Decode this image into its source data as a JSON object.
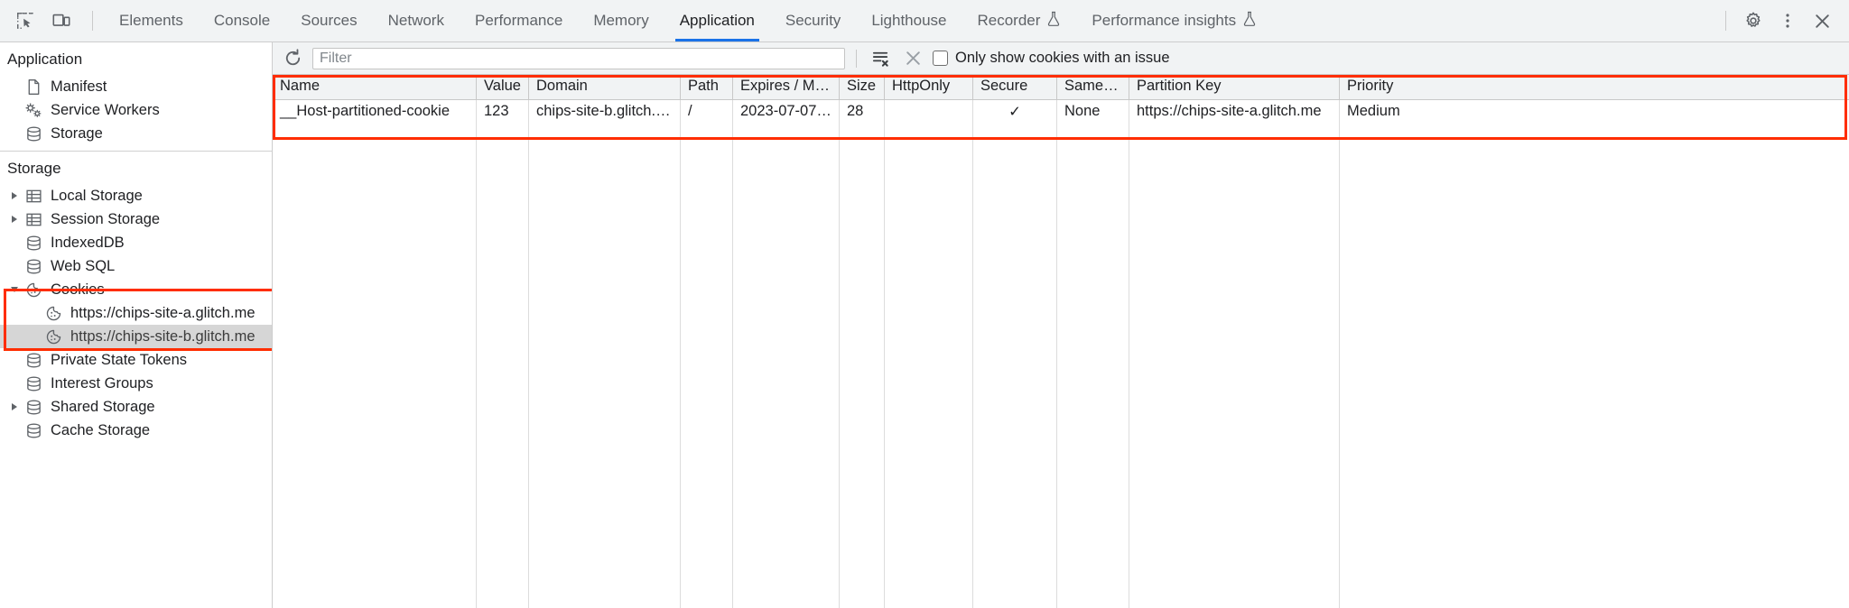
{
  "toolbar": {
    "inspect_icon": "inspect-element-icon",
    "device_icon": "device-toolbar-icon",
    "tabs": [
      {
        "label": "Elements",
        "active": false,
        "experimental": false
      },
      {
        "label": "Console",
        "active": false,
        "experimental": false
      },
      {
        "label": "Sources",
        "active": false,
        "experimental": false
      },
      {
        "label": "Network",
        "active": false,
        "experimental": false
      },
      {
        "label": "Performance",
        "active": false,
        "experimental": false
      },
      {
        "label": "Memory",
        "active": false,
        "experimental": false
      },
      {
        "label": "Application",
        "active": true,
        "experimental": false
      },
      {
        "label": "Security",
        "active": false,
        "experimental": false
      },
      {
        "label": "Lighthouse",
        "active": false,
        "experimental": false
      },
      {
        "label": "Recorder",
        "active": false,
        "experimental": true
      },
      {
        "label": "Performance insights",
        "active": false,
        "experimental": true
      }
    ],
    "settings_icon": "gear-icon",
    "more_icon": "kebab-menu-icon",
    "close_icon": "close-icon"
  },
  "sidebar": {
    "application_section": {
      "title": "Application",
      "items": [
        {
          "label": "Manifest",
          "icon": "manifest-file-icon",
          "twisty": "none",
          "indent": 1,
          "selected": false
        },
        {
          "label": "Service Workers",
          "icon": "service-workers-gears-icon",
          "twisty": "none",
          "indent": 1,
          "selected": false
        },
        {
          "label": "Storage",
          "icon": "database-icon",
          "twisty": "none",
          "indent": 1,
          "selected": false
        }
      ]
    },
    "storage_section": {
      "title": "Storage",
      "items": [
        {
          "label": "Local Storage",
          "icon": "table-grid-icon",
          "twisty": "collapsed",
          "indent": 1,
          "selected": false
        },
        {
          "label": "Session Storage",
          "icon": "table-grid-icon",
          "twisty": "collapsed",
          "indent": 1,
          "selected": false
        },
        {
          "label": "IndexedDB",
          "icon": "database-icon",
          "twisty": "none",
          "indent": 1,
          "selected": false
        },
        {
          "label": "Web SQL",
          "icon": "database-icon",
          "twisty": "none",
          "indent": 1,
          "selected": false
        },
        {
          "label": "Cookies",
          "icon": "cookie-icon",
          "twisty": "expanded",
          "indent": 1,
          "selected": false
        },
        {
          "label": "https://chips-site-a.glitch.me",
          "icon": "cookie-icon",
          "twisty": "none",
          "indent": 2,
          "selected": false
        },
        {
          "label": "https://chips-site-b.glitch.me",
          "icon": "cookie-icon",
          "twisty": "none",
          "indent": 2,
          "selected": true
        },
        {
          "label": "Private State Tokens",
          "icon": "database-icon",
          "twisty": "none",
          "indent": 1,
          "selected": false
        },
        {
          "label": "Interest Groups",
          "icon": "database-icon",
          "twisty": "none",
          "indent": 1,
          "selected": false
        },
        {
          "label": "Shared Storage",
          "icon": "database-icon",
          "twisty": "collapsed",
          "indent": 1,
          "selected": false
        },
        {
          "label": "Cache Storage",
          "icon": "database-icon",
          "twisty": "none",
          "indent": 1,
          "selected": false
        }
      ]
    }
  },
  "filterbar": {
    "refresh_icon": "refresh-icon",
    "filter_placeholder": "Filter",
    "filter_value": "",
    "clear_all_icon": "clear-all-cookies-icon",
    "delete_icon": "delete-selected-icon",
    "checkbox_label": "Only show cookies with an issue",
    "checkbox_checked": false
  },
  "table": {
    "columns": [
      "Name",
      "Value",
      "Domain",
      "Path",
      "Expires / M…",
      "Size",
      "HttpOnly",
      "Secure",
      "SameSite",
      "Partition Key",
      "Priority"
    ],
    "rows": [
      {
        "name": "__Host-partitioned-cookie",
        "value": "123",
        "domain": "chips-site-b.glitch.me",
        "path": "/",
        "expires": "2023-07-07…",
        "size": "28",
        "httponly": "",
        "secure": "✓",
        "samesite": "None",
        "partition_key": "https://chips-site-a.glitch.me",
        "priority": "Medium"
      }
    ]
  },
  "annotations": {
    "accent_color": "#ff2d00",
    "highlight_regions": [
      "cookies-tree-group",
      "cookie-table-region"
    ]
  }
}
